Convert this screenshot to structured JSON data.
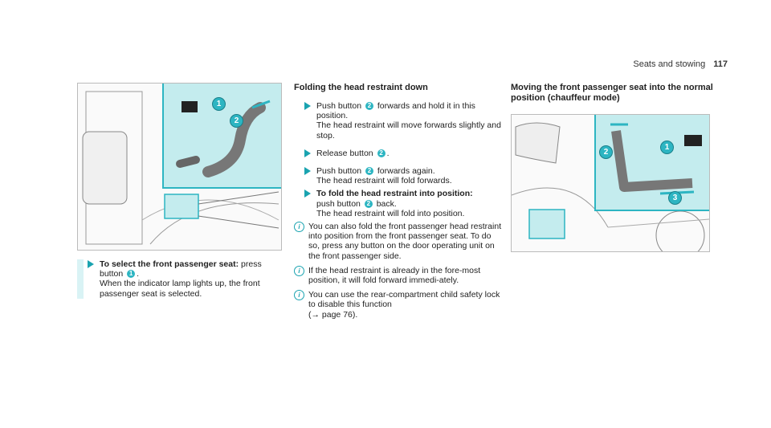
{
  "header": {
    "section": "Seats and stowing",
    "page": "117"
  },
  "figure1": {
    "callouts": [
      "1",
      "2"
    ]
  },
  "figure2": {
    "callouts": [
      "1",
      "2",
      "3"
    ]
  },
  "col1": {
    "step1": {
      "bold": "To select the front passenger seat:",
      "text_a": " press button ",
      "num": "1",
      "text_b": ".",
      "text_c": "When the indicator lamp lights up, the front passenger seat is selected."
    }
  },
  "col2": {
    "heading": "Folding the head restraint down",
    "step1": {
      "a": "Push button ",
      "num": "2",
      "b": " forwards and hold it in this position.",
      "c": "The head restraint will move forwards slightly and stop."
    },
    "step2": {
      "a": "Release button ",
      "num": "2",
      "b": "."
    },
    "step3": {
      "a": "Push button ",
      "num": "2",
      "b": " forwards again.",
      "c": "The head restraint will fold forwards."
    },
    "step4": {
      "bold": "To fold the head restraint into position:",
      "a": "push button ",
      "num": "2",
      "b": " back.",
      "c": "The head restraint will fold into position."
    },
    "note1": "You can also fold the front passenger head restraint into position from the front passenger seat. To do so, press any button on the door operating unit on the front passenger side.",
    "note2": "If the head restraint is already in the fore-most position, it will fold forward immedi-ately.",
    "note3": "You can use the rear-compartment child safety lock to disable this function",
    "note3_ref": "(→ page 76)."
  },
  "col3": {
    "heading": "Moving the front passenger seat into the normal position (chauffeur mode)"
  }
}
